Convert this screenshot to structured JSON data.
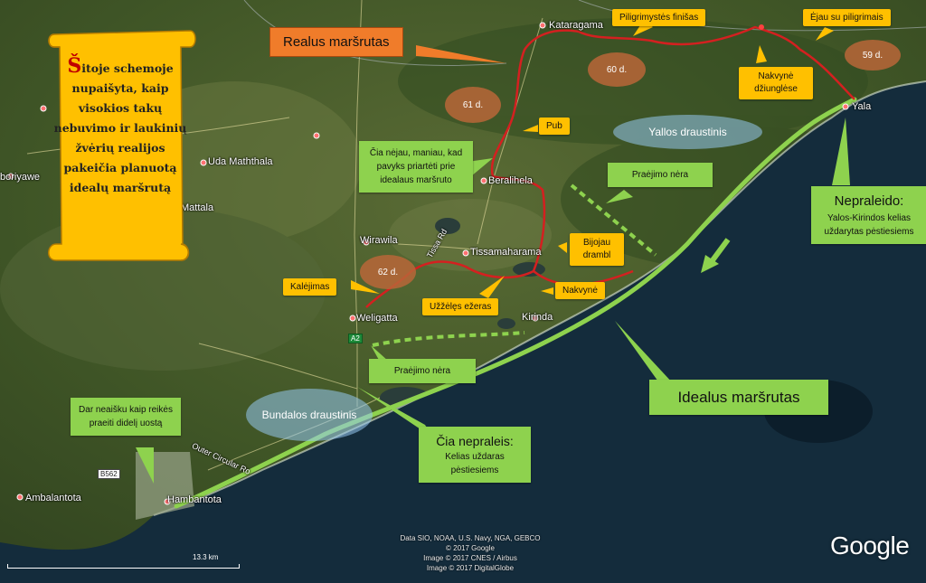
{
  "places": {
    "kataragama": "Kataragama",
    "yala": "Yala",
    "uda_maththala": "Uda Maththala",
    "mattala": "Mattala",
    "beralihela": "Beralihela",
    "wirawila": "Wirawila",
    "tissamaharama": "Tissamaharama",
    "weligatta": "Weligatta",
    "kirinda": "Kirinda",
    "ambalantota": "Ambalantota",
    "hambantota": "Hambantota",
    "boriyawe": "boriyawe",
    "outer_circular": "Outer Circular Ro",
    "tissa_road": "Tissa Rd"
  },
  "roads": {
    "a2": "A2",
    "b562": "B562"
  },
  "scroll": {
    "cap": "Š",
    "text": "itoje schemoje nupaišyta, kaip visokios takų nebuvimo ir laukinių žvėrių realijos pakeičia planuotą idealų maršrutą"
  },
  "callouts": {
    "realus": "Realus maršrutas",
    "piligrimystes": "Piligrimystės finišas",
    "ejau": "Ėjau su piligrimais",
    "nakvyne_dz": "Nakvynė džiunglėse",
    "pub": "Pub",
    "cia_nejau": "Čia nėjau, maniau, kad pavyks priartėti prie idealaus maršruto",
    "praejimo1": "Praėjimo nėra",
    "bijojau": "Bijojau drambl",
    "kalejimas": "Kalėjimas",
    "uzzeles": "Užžėlęs ežeras",
    "nakvyne": "Nakvynė",
    "praejimo2": "Praėjimo nėra",
    "dar_neaisku": "Dar neaišku kaip reikės praeiti didelį uostą",
    "cia_nepraleis_title": "Čia nepraleis:",
    "cia_nepraleis_body": "Kelias uždaras pėstiesiems",
    "nepraleido_title": "Nepraleido:",
    "nepraleido_body": "Yalos-Kirindos kelias uždarytas pėstiesiems",
    "idealus": "Idealus maršrutas"
  },
  "ovals": {
    "d61": "61 d.",
    "d60": "60 d.",
    "d59": "59 d.",
    "d62": "62 d.",
    "yallos": "Yallos draustinis",
    "bundalos": "Bundalos draustinis"
  },
  "footer": {
    "credit1": "Data SIO, NOAA, U.S. Navy, NGA, GEBCO",
    "credit2": "© 2017 Google",
    "credit3": "Image © 2017 CNES / Airbus",
    "credit4": "Image © 2017 DigitalGlobe",
    "scale": "13.3 km",
    "google": "Google"
  },
  "colors": {
    "real_route": "#d42020",
    "ideal_route": "#8ed24e",
    "callout_yellow": "#ffc000",
    "callout_green": "#8ed24e"
  }
}
